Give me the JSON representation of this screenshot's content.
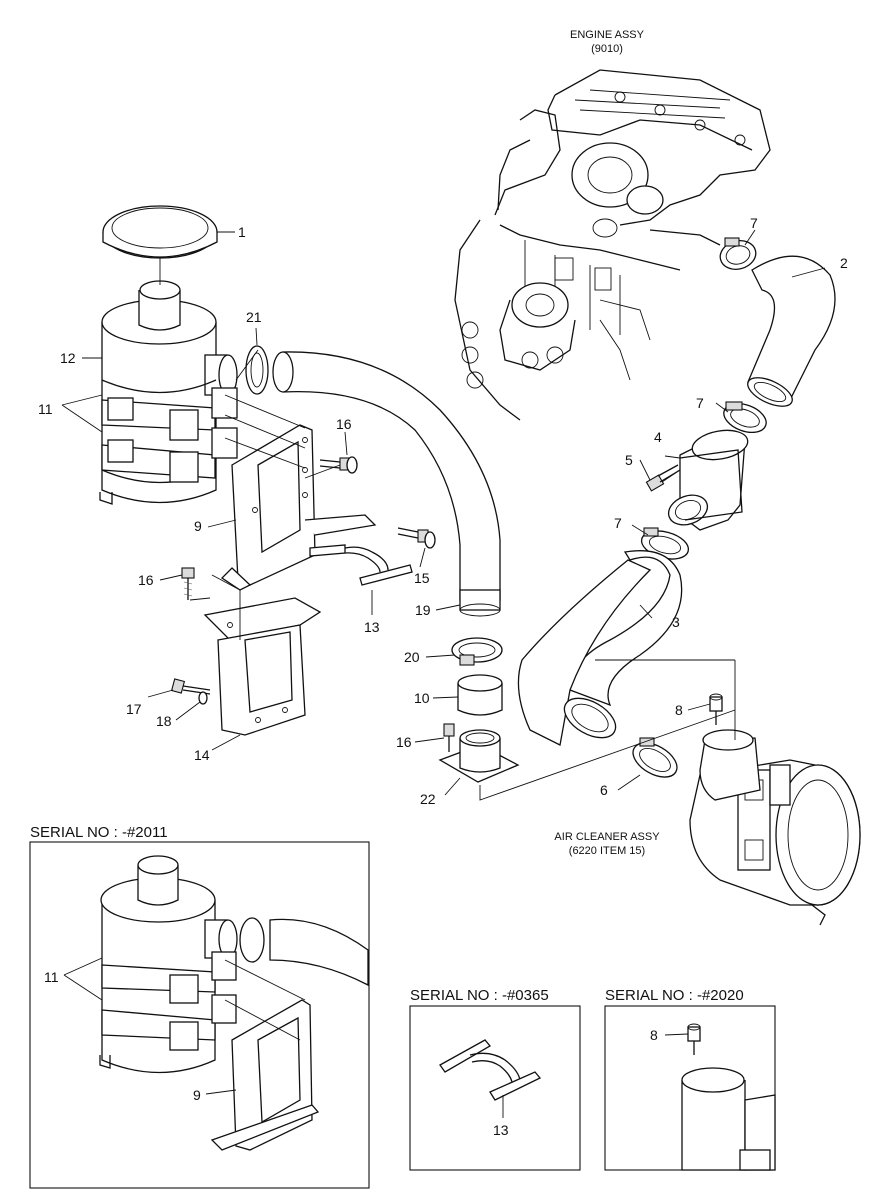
{
  "captions": {
    "engine_name": "ENGINE ASSY",
    "engine_code": "(9010)",
    "cleaner_name": "AIR CLEANER ASSY",
    "cleaner_code": "(6220 ITEM 15)"
  },
  "serial_boxes": {
    "box1": "SERIAL NO : -#2011",
    "box2": "SERIAL NO : -#0365",
    "box3": "SERIAL NO : -#2020"
  },
  "callouts": {
    "c1": "1",
    "c2": "2",
    "c3": "3",
    "c4": "4",
    "c5": "5",
    "c6": "6",
    "c7a": "7",
    "c7b": "7",
    "c7c": "7",
    "c8": "8",
    "c9": "9",
    "c11": "11",
    "c12": "12",
    "c13": "13",
    "c14": "14",
    "c15": "15",
    "c16a": "16",
    "c16b": "16",
    "c16c": "16",
    "c17": "17",
    "c18": "18",
    "c19": "19",
    "c20": "20",
    "c21": "21",
    "c22": "22",
    "c10": "10",
    "b1_11": "11",
    "b1_9": "9",
    "b2_13": "13",
    "b3_8": "8"
  }
}
